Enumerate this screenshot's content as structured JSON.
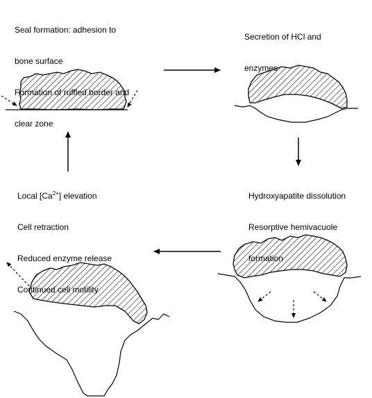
{
  "stages": [
    {
      "id": "seal",
      "lines": [
        "Seal formation: adhesion to",
        "bone surface",
        "Formation of ruffled border and",
        "clear zone"
      ]
    },
    {
      "id": "secretion",
      "lines": [
        "Secretion of HCl and",
        "enzymes"
      ]
    },
    {
      "id": "dissolution",
      "lines": [
        "Hydroxyapatite dissolution",
        "Resorptive hemivacuole",
        "formation"
      ]
    },
    {
      "id": "release",
      "lines": [
        "Local [Ca",
        "2+",
        "] elevation",
        "Cell retraction",
        "Reduced enzyme release",
        "Continued cell motility"
      ]
    }
  ],
  "colors": {
    "stroke": "#000000",
    "background": "#ffffff"
  }
}
